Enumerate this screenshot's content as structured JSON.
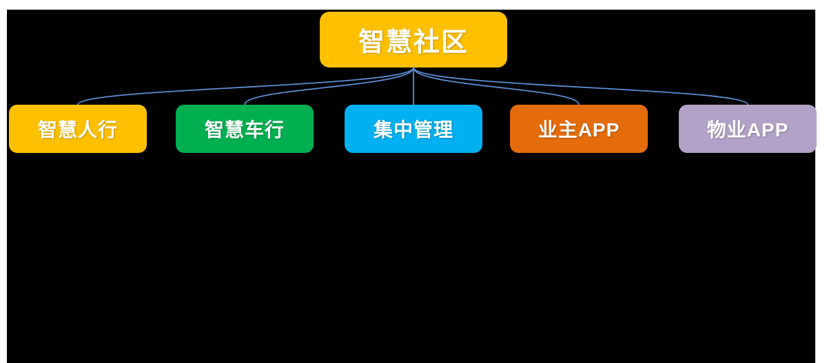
{
  "page": {
    "background_color": "#FFFFFF",
    "panel_color": "#000000"
  },
  "diagram": {
    "type": "hierarchy",
    "connector_color": "#5B8FD4",
    "text_color": "#FFFFFF",
    "root": {
      "label": "智慧社区",
      "color": "#FFC000"
    },
    "children": [
      {
        "label": "智慧人行",
        "color": "#FFC000"
      },
      {
        "label": "智慧车行",
        "color": "#00B050"
      },
      {
        "label": "集中管理",
        "color": "#00B0F0"
      },
      {
        "label": "业主APP",
        "color": "#E46C0A"
      },
      {
        "label": "物业APP",
        "color": "#B3A2C7"
      }
    ]
  }
}
